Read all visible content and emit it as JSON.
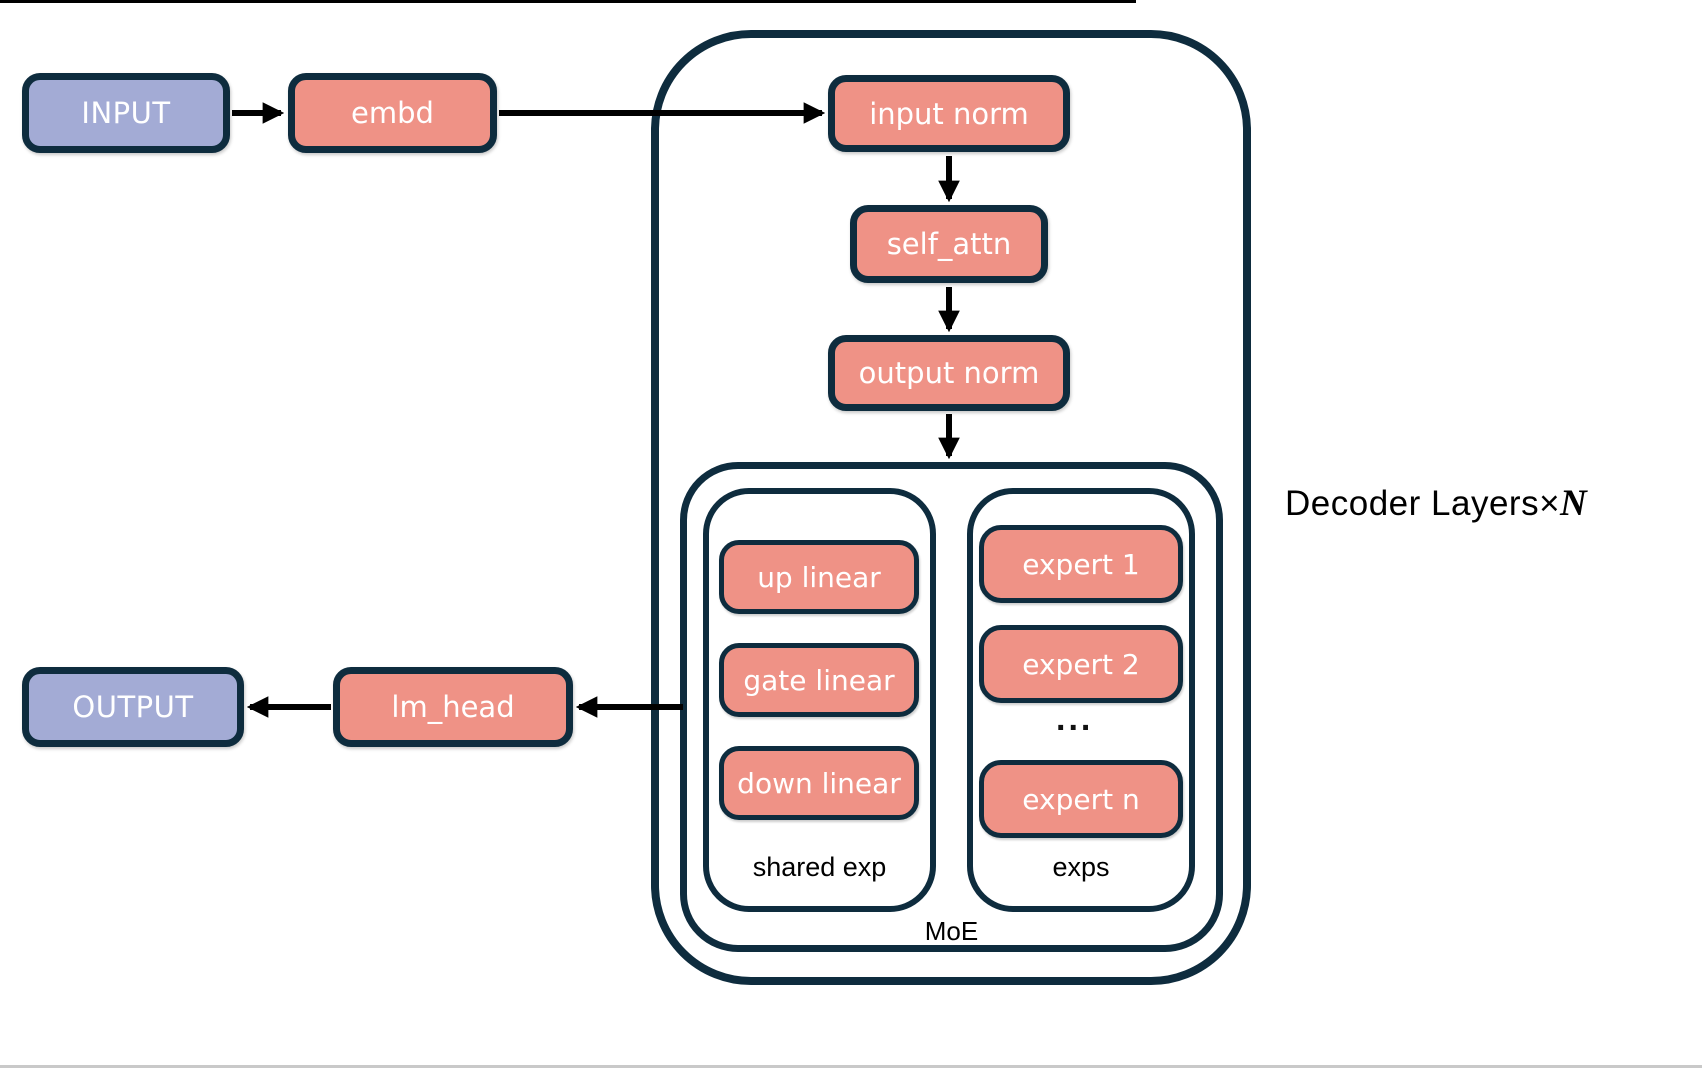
{
  "colors": {
    "node_fill": "#EF9286",
    "io_fill": "#A3ABD5",
    "outline": "#0E2C3E",
    "arrow": "#000000",
    "node_text": "#FFFFFF",
    "label_text": "#000000",
    "background": "#FFFFFF"
  },
  "nodes": {
    "input": "INPUT",
    "embd": "embd",
    "input_norm": "input norm",
    "self_attn": "self_attn",
    "output_norm": "output norm",
    "up_linear": "up linear",
    "gate_linear": "gate linear",
    "down_linear": "down linear",
    "expert_1": "expert 1",
    "expert_2": "expert 2",
    "expert_n": "expert n",
    "ellipsis": "...",
    "lm_head": "lm_head",
    "output": "OUTPUT"
  },
  "groups": {
    "shared_exp": "shared exp",
    "exps": "exps",
    "moe": "MoE",
    "decoder_prefix": "Decoder Layers×",
    "decoder_n": "N"
  }
}
